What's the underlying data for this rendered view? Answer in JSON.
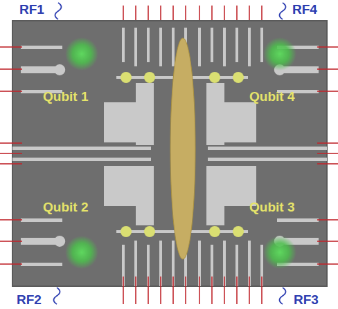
{
  "diagram": {
    "labels": [
      "RF1",
      "RF4",
      "Qubit 1",
      "Qubit 4",
      "Qubit 2",
      "Qubit 3",
      "RF2",
      "RF3"
    ]
  }
}
